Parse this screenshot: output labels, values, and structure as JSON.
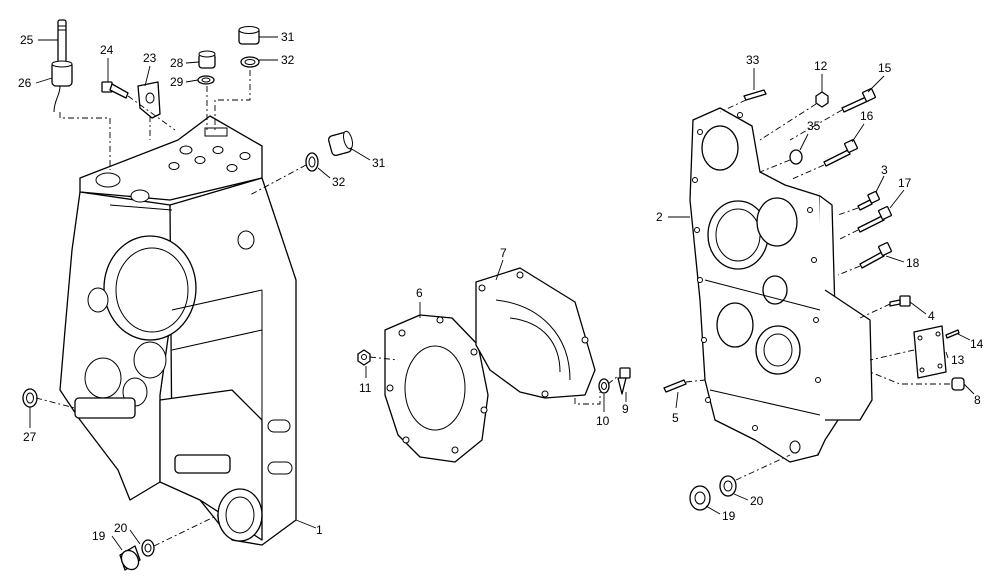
{
  "diagram": {
    "callouts": {
      "c1": "1",
      "c2": "2",
      "c3": "3",
      "c4": "4",
      "c5": "5",
      "c6": "6",
      "c7": "7",
      "c8": "8",
      "c9": "9",
      "c10": "10",
      "c11": "11",
      "c12": "12",
      "c13": "13",
      "c14": "14",
      "c15": "15",
      "c16": "16",
      "c17": "17",
      "c18": "18",
      "c19a": "19",
      "c19b": "19",
      "c20a": "20",
      "c20b": "20",
      "c23": "23",
      "c24": "24",
      "c25": "25",
      "c26": "26",
      "c27": "27",
      "c28": "28",
      "c29": "29",
      "c31a": "31",
      "c31b": "31",
      "c32a": "32",
      "c32b": "32",
      "c33": "33",
      "c35": "35"
    }
  }
}
